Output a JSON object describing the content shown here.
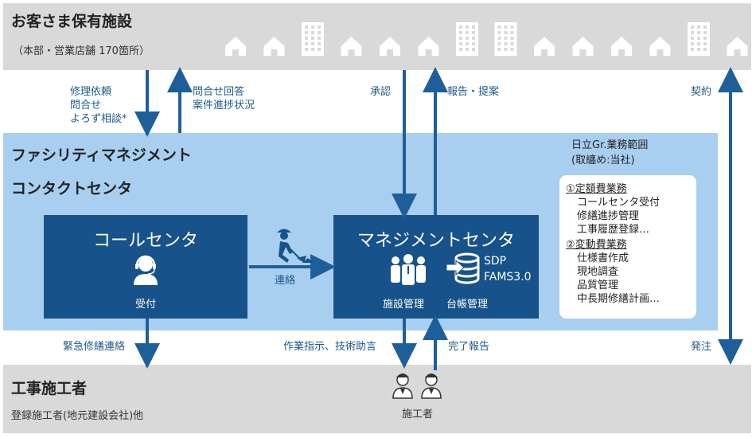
{
  "customer": {
    "title": "お客さま保有施設",
    "subtitle": "（本部・営業店舗 170箇所）"
  },
  "contractor": {
    "title": "工事施工者",
    "subtitle": "登録施工者(地元建設会社)他",
    "workers_label": "施工者"
  },
  "fm_center": {
    "title_line1": "ファシリティマネジメント",
    "title_line2": "コンタクトセンタ"
  },
  "call_center": {
    "title": "コールセンタ",
    "reception_label": "受付"
  },
  "mgmt_center": {
    "title": "マネジメントセンタ",
    "system_line1": "SDP",
    "system_line2": "FAMS3.0",
    "facility_label": "施設管理",
    "ledger_label": "台帳管理"
  },
  "scope": {
    "heading_line1": "日立Gr.業務範囲",
    "heading_line2": "(取纏め:当社)",
    "lines": [
      {
        "text": "①定額費業務",
        "heading": true
      },
      {
        "text": "コールセンタ受付",
        "heading": false
      },
      {
        "text": "修繕進捗管理",
        "heading": false
      },
      {
        "text": "工事履歴登録…",
        "heading": false
      },
      {
        "text": "②変動費業務",
        "heading": true
      },
      {
        "text": "仕様書作成",
        "heading": false
      },
      {
        "text": "現地調査",
        "heading": false
      },
      {
        "text": "品質管理",
        "heading": false
      },
      {
        "text": "中長期修繕計画…",
        "heading": false
      }
    ]
  },
  "flows": {
    "request_lines": [
      "修理依頼",
      "問合せ",
      "よろず相談*"
    ],
    "answer_lines": [
      "問合せ回答",
      "案件進捗状況"
    ],
    "approval": "承認",
    "report_proposal": "報告・提案",
    "contract": "契約",
    "liaison": "連絡",
    "emergency": "緊急修繕連絡",
    "work_instruction": "作業指示、技術助言",
    "completion_report": "完了報告",
    "order": "発注"
  },
  "colors": {
    "band_gray": "#d9d9d9",
    "fm_zone_blue": "#a9cff0",
    "box_navy": "#17528a",
    "arrow_blue": "#1f5f99",
    "label_blue": "#1d5a8c"
  },
  "icons": {
    "facility_sequence": [
      "house-icon",
      "house-icon",
      "building-icon",
      "house-icon",
      "house-icon",
      "house-icon",
      "building-icon",
      "building-icon",
      "house-icon",
      "house-icon",
      "house-icon",
      "house-icon",
      "building-icon",
      "house-icon"
    ]
  }
}
